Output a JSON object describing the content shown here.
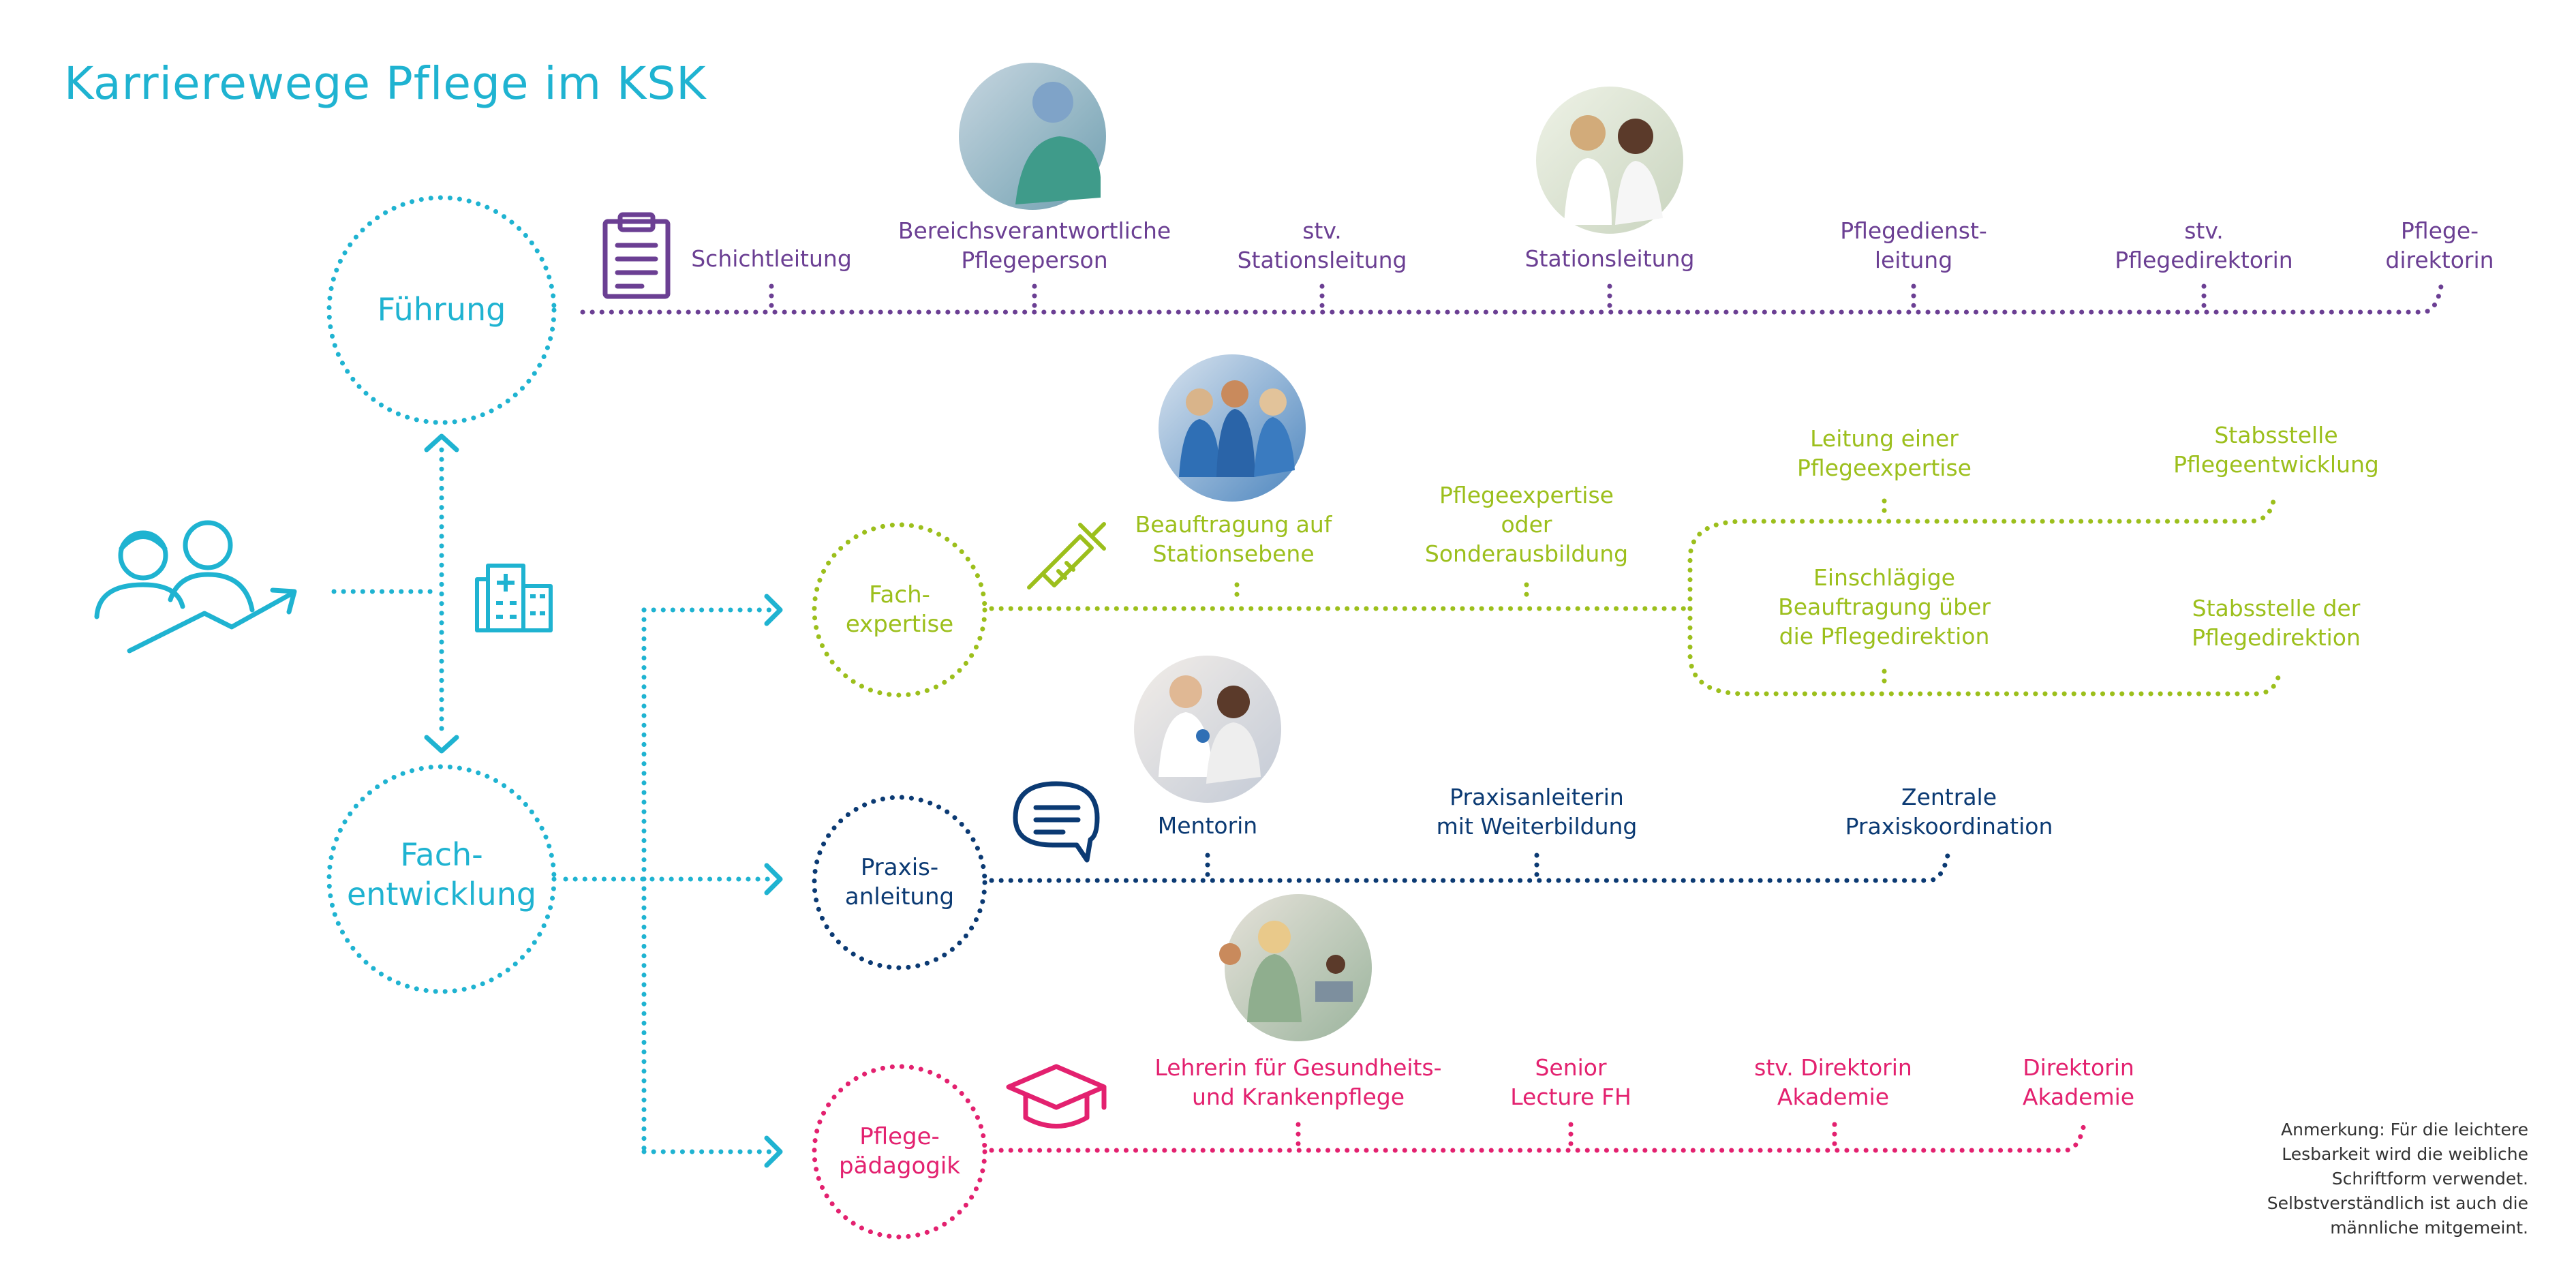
{
  "title": "Karrierewege Pflege im KSK",
  "colors": {
    "cyan": "#1fb3d1",
    "purple": "#6b3f93",
    "green": "#9cbf1c",
    "navy": "#0b3a73",
    "magenta": "#e3216f"
  },
  "nodes": {
    "fuehrung": "Führung",
    "fachentwicklung": "Fach-\nentwicklung",
    "fachexpertise": "Fach-\nexpertise",
    "praxisanleitung": "Praxis-\nanleitung",
    "pflegepaedagogik": "Pflege-\npädagogik"
  },
  "fuehrung_steps": [
    "Schichtleitung",
    "Bereichsverantwortliche\nPflegeperson",
    "stv.\nStationsleitung",
    "Stationsleitung",
    "Pflegedienst-\nleitung",
    "stv.\nPflegedirektorin",
    "Pflege-\ndirektorin"
  ],
  "fachexpertise_steps": [
    "Beauftragung auf\nStationsebene",
    "Pflegeexpertise\noder\nSonderausbildung",
    "Leitung einer\nPflegeexpertise",
    "Stabsstelle\nPflegeentwicklung",
    "Einschlägige\nBeauftragung über\ndie Pflegedirektion",
    "Stabsstelle der\nPflegedirektion"
  ],
  "praxis_steps": [
    "Mentorin",
    "Praxisanleiterin\nmit Weiterbildung",
    "Zentrale\nPraxiskoordination"
  ],
  "paedagogik_steps": [
    "Lehrerin für Gesundheits-\nund Krankenpflege",
    "Senior\nLecture FH",
    "stv. Direktorin\nAkademie",
    "Direktorin\nAkademie"
  ],
  "note": "Anmerkung: Für die leichtere\nLesbarkeit wird die weibliche\nSchriftform verwendet.\nSelbstverständlich ist auch die\nmännliche mitgemeint.",
  "icons": [
    "people-career-icon",
    "hospital-icon",
    "clipboard-icon",
    "syringe-icon",
    "speech-bubble-icon",
    "graduation-cap-icon"
  ]
}
